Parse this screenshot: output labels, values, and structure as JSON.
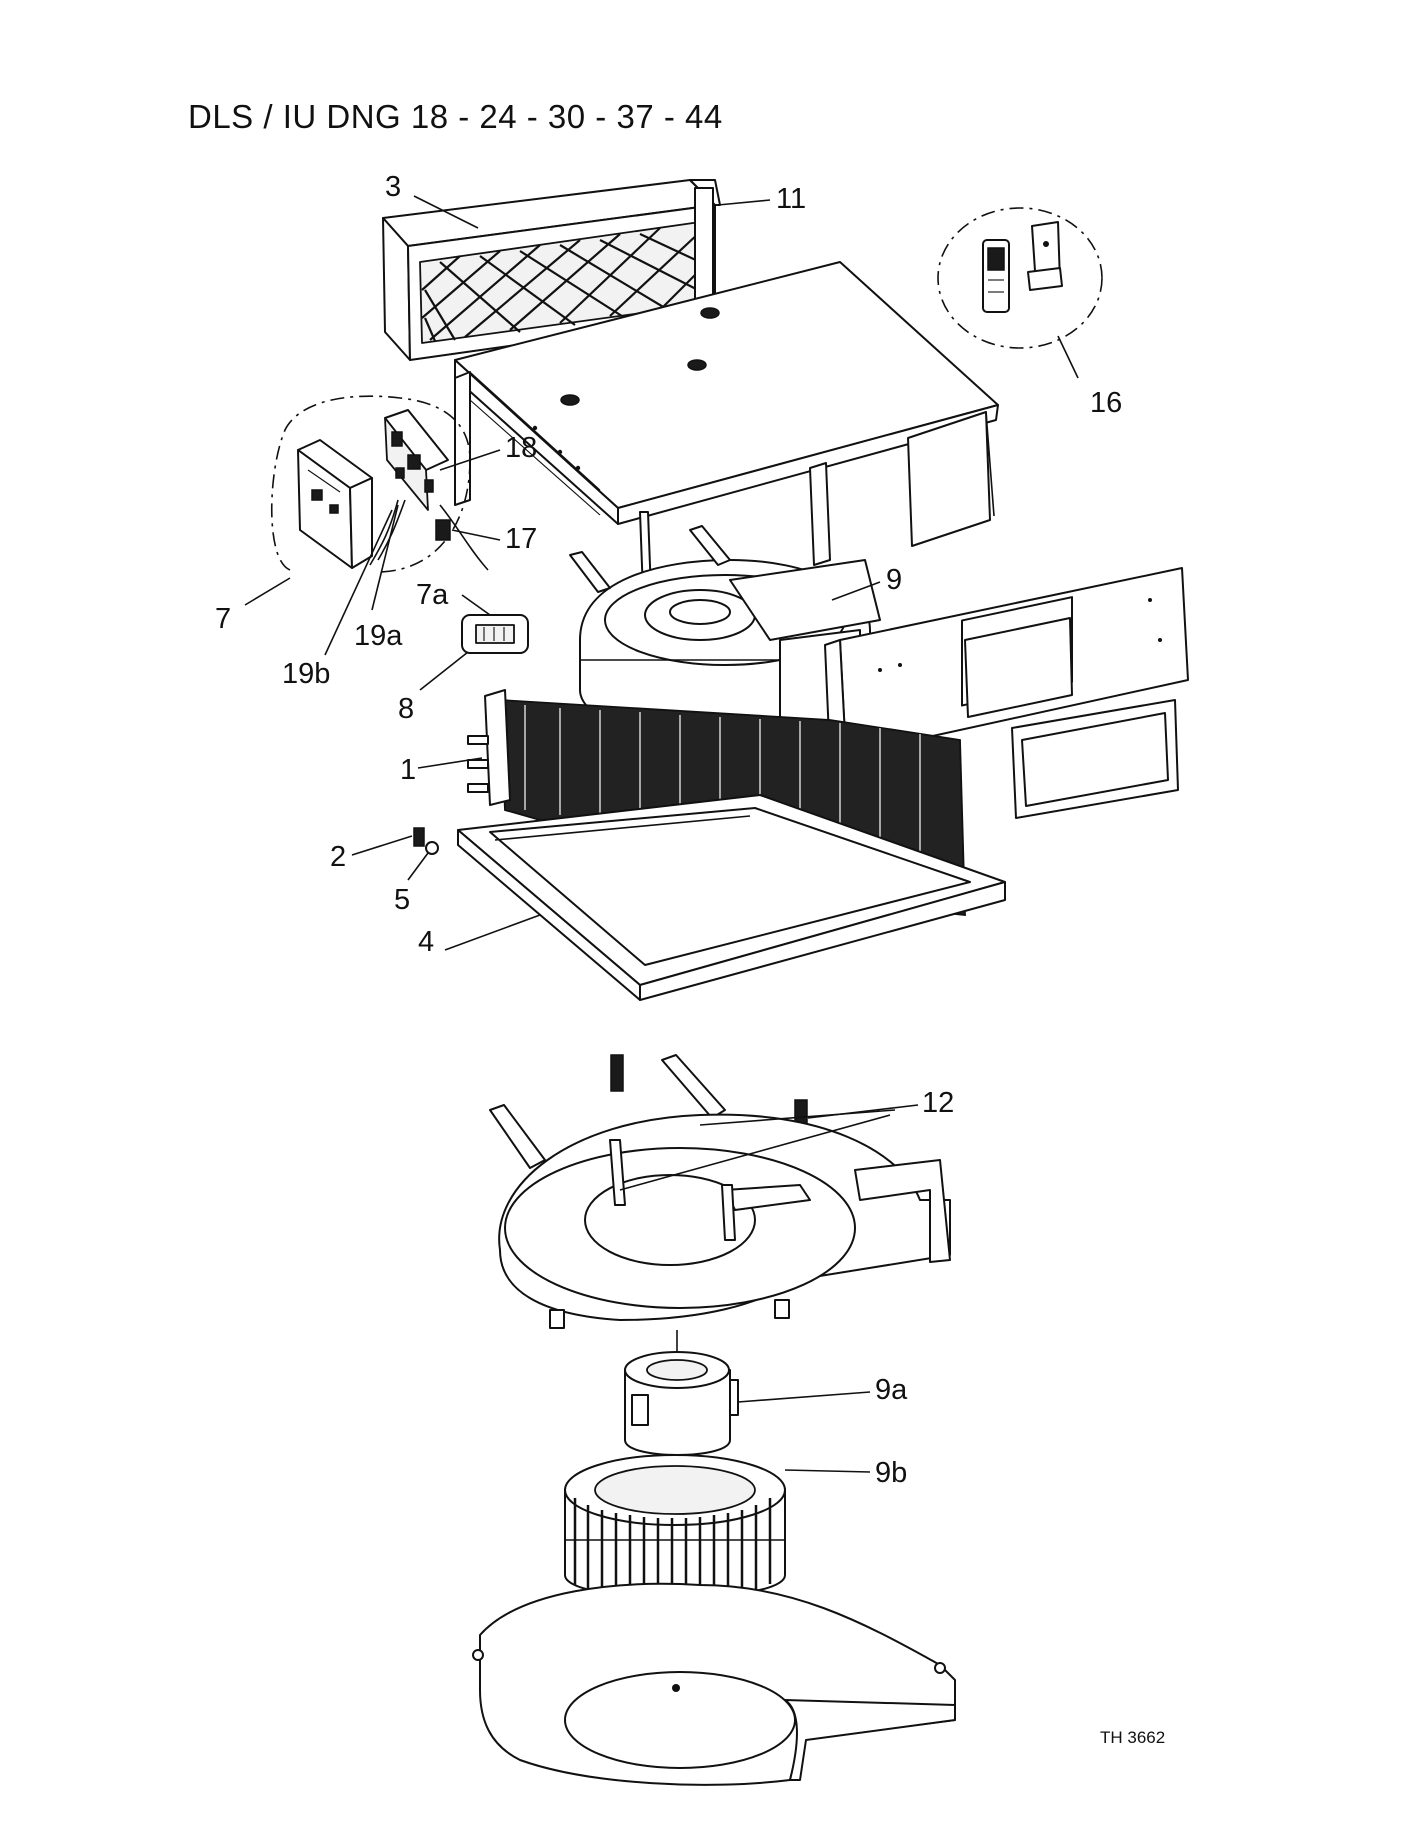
{
  "title": "DLS / IU DNG 18 - 24 - 30 - 37 - 44",
  "drawing_ref": "TH 3662",
  "callouts": {
    "c3": "3",
    "c11": "11",
    "c16": "16",
    "c18": "18",
    "c17": "17",
    "c7": "7",
    "c7a": "7a",
    "c19a": "19a",
    "c19b": "19b",
    "c8": "8",
    "c9": "9",
    "c1": "1",
    "c2": "2",
    "c5": "5",
    "c4": "4",
    "c12": "12",
    "c9a": "9a",
    "c9b": "9b"
  }
}
